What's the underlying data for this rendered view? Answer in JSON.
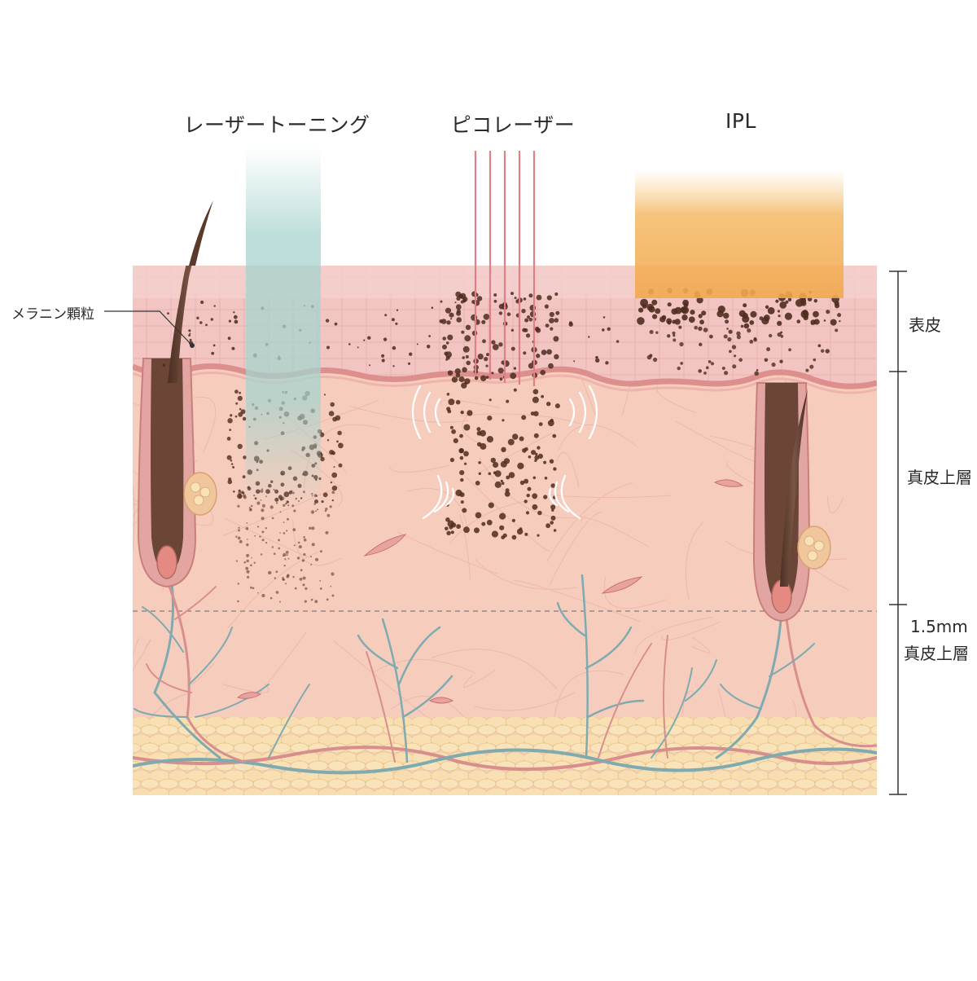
{
  "treatments": [
    {
      "id": "laser-toning",
      "label": "レーザートーニング",
      "color": "#9fcfcb"
    },
    {
      "id": "pico-laser",
      "label": "ピコレーザー",
      "color": "#e07f86"
    },
    {
      "id": "ipl",
      "label": "IPL",
      "color": "#f2b25c"
    }
  ],
  "annotations": {
    "melanin": "メラニン顆粒"
  },
  "layers": {
    "epidermis": "表皮",
    "upper_dermis": "真皮上層",
    "depth_value": "1.5mm",
    "depth_layer": "真皮上層"
  },
  "colors": {
    "epidermis": "#f1c3c0",
    "dermis": "#f6cdbd",
    "fat": "#f6dcaa",
    "melanin": "#4e2c1f",
    "hair": "#5a3a2b",
    "vessel_red": "#d98e8e",
    "vessel_blue": "#7eaab0"
  }
}
